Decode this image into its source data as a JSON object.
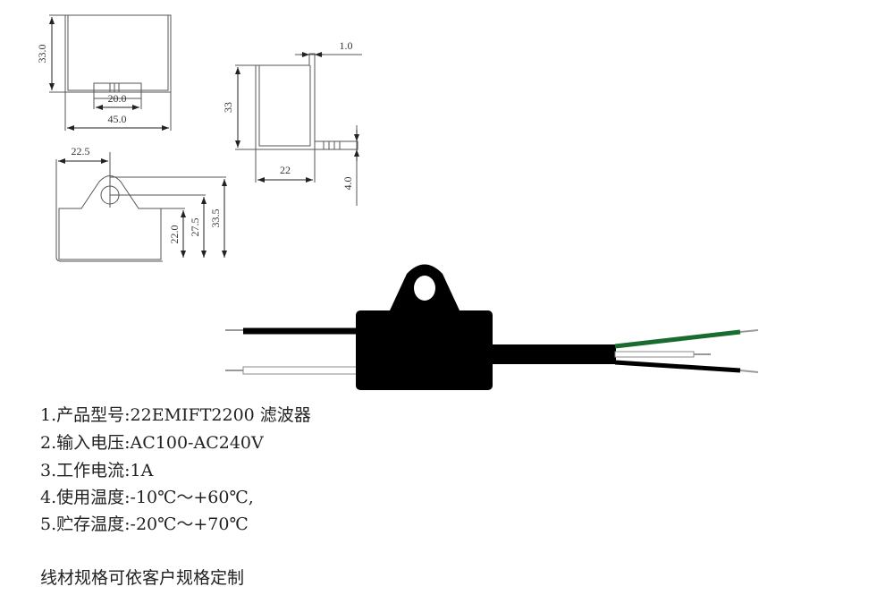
{
  "drawing": {
    "top_view": {
      "height_label": "33.0",
      "tab_width_label": "20.0",
      "width_label": "45.0"
    },
    "side_view": {
      "tab_thickness_label": "1.0",
      "height_label": "33",
      "depth_label": "22",
      "pin_label": "4.0"
    },
    "front_view": {
      "center_label": "22.5",
      "body_height_label": "22.0",
      "hole_height_label": "27.5",
      "total_height_label": "33.5"
    }
  },
  "colors": {
    "body": "#000000",
    "green_wire": "#1a6b2f",
    "strip": "#999999"
  },
  "specs": [
    "1.产品型号:22EMIFT2200 滤波器",
    "2.输入电压:AC100-AC240V",
    "3.工作电流:1A",
    "4.使用温度:-10℃～+60℃,",
    "5.贮存温度:-20℃～+70℃"
  ],
  "note": "线材规格可依客户规格定制"
}
